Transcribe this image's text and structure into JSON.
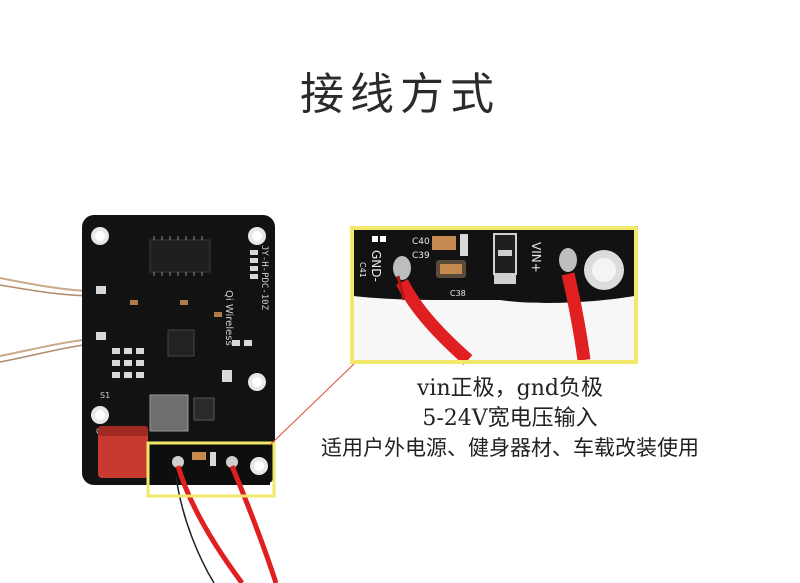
{
  "heading": "接线方式",
  "zoom_labels": {
    "gnd": "GND-",
    "vin": "VIN+",
    "c40": "C40",
    "c39": "C39",
    "c41": "C41",
    "c38": "C38"
  },
  "board_text": {
    "model": "JY-H-PDC-10Z",
    "wireless": "Qi Wireless",
    "s1": "S1",
    "c7": "C7"
  },
  "captions": {
    "line1": "vin正极，gnd负极",
    "line2": "5-24V宽电压输入",
    "line3": "适用户外电源、健身器材、车载改装使用"
  },
  "colors": {
    "highlight": "#f1e86a",
    "pcb": "#111111",
    "wire_red": "#e02020",
    "cap": "#c83a30"
  }
}
